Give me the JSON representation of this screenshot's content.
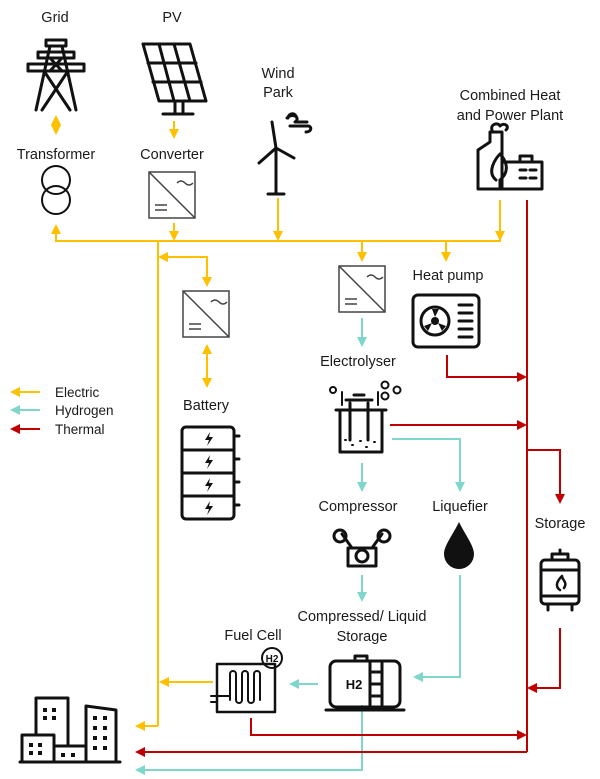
{
  "labels": {
    "grid": "Grid",
    "pv": "PV",
    "wind_1": "Wind",
    "wind_2": "Park",
    "chp_1": "Combined Heat",
    "chp_2": "and Power Plant",
    "transformer": "Transformer",
    "converter": "Converter",
    "heat_pump": "Heat pump",
    "electrolyser": "Electrolyser",
    "battery": "Battery",
    "compressor": "Compressor",
    "liquefier": "Liquefier",
    "storage": "Storage",
    "h2_storage_1": "Compressed/ Liquid",
    "h2_storage_2": "Storage",
    "fuel_cell": "Fuel Cell",
    "h2": "H2"
  },
  "legend": [
    {
      "label": "Electric",
      "color": "#FFC000"
    },
    {
      "label": "Hydrogen",
      "color": "#7FD6CB"
    },
    {
      "label": "Thermal",
      "color": "#C00000"
    }
  ]
}
